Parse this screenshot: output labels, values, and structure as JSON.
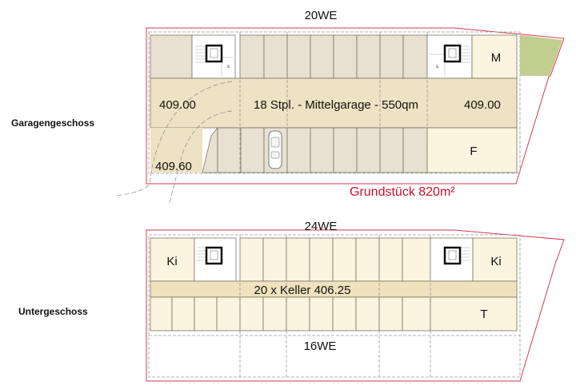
{
  "colors": {
    "parking": "#e8e0d0",
    "aisle": "#ede2c3",
    "room": "#fbf4df",
    "keller_aisle": "#efe2bd",
    "green": "#c2cd90",
    "plot_line": "#d23a4e",
    "grid_line": "#7a7466",
    "dash_line": "#9a9a9a",
    "grundstueck_text": "#c8102e"
  },
  "floor_labels": {
    "garage": "Garagengeschoss",
    "basement": "Untergeschoss"
  },
  "garage": {
    "units_top": "20WE",
    "aisle_label": "18 Stpl. - Mittelgarage - 550qm",
    "level_left": "409.00",
    "level_right": "409.00",
    "level_ramp": "409.60",
    "room_m": "M",
    "room_f": "F",
    "stair_tag": "s",
    "plot_label": "Grundstück 820m²"
  },
  "basement": {
    "units_top": "24WE",
    "units_bottom": "16WE",
    "aisle_label": "20 x Keller  406.25",
    "room_ki_left": "Ki",
    "room_ki_right": "Ki",
    "room_t": "T"
  }
}
